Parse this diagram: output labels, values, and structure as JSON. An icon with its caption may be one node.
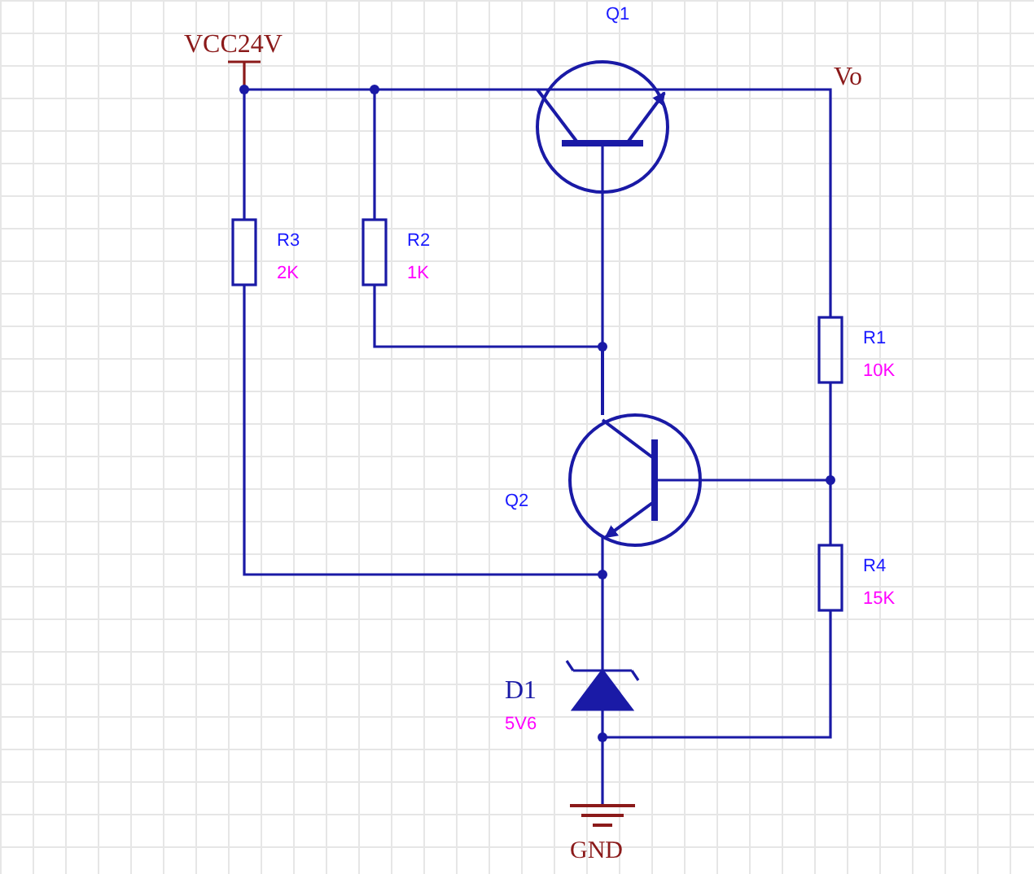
{
  "diagram": {
    "labels": [
      "VCC24V",
      "Q1",
      "Vo",
      "R3",
      "2K",
      "R2",
      "1K",
      "R1",
      "10K",
      "Q2",
      "R4",
      "15K",
      "D1",
      "5V6",
      "GND"
    ]
  }
}
